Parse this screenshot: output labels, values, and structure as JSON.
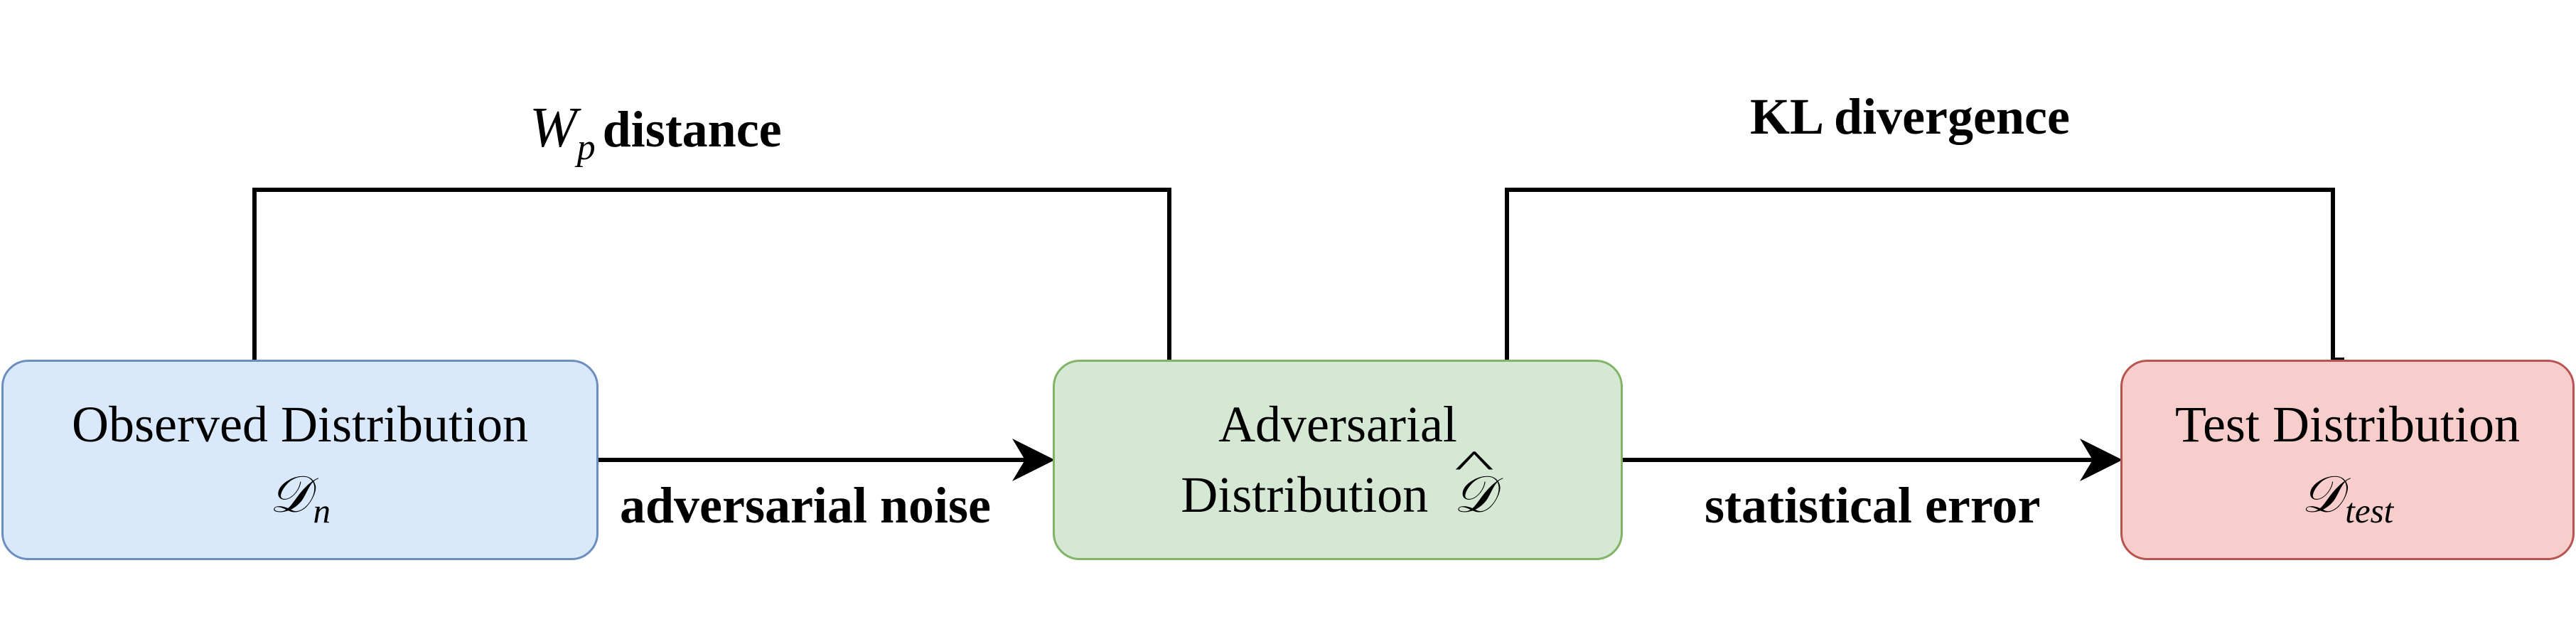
{
  "boxes": {
    "observed": {
      "label": "Observed Distribution",
      "symbol": "𝒟",
      "subscript": "n",
      "fill": "#dae8fc",
      "stroke": "#6c8ebf"
    },
    "adversarial": {
      "label_line1": "Adversarial",
      "label_line2": "Distribution",
      "symbol": "𝒟",
      "fill": "#d5e8d4",
      "stroke": "#82b366"
    },
    "test": {
      "label": "Test Distribution",
      "symbol": "𝒟",
      "subscript": "test",
      "fill": "#f8cecc",
      "stroke": "#b85450"
    }
  },
  "brackets": {
    "left": {
      "math_symbol": "W",
      "math_subscript": "p",
      "label": "distance"
    },
    "right": {
      "label": "KL divergence"
    }
  },
  "arrows": {
    "observed_to_adversarial": {
      "label": "adversarial noise"
    },
    "adversarial_to_test": {
      "label": "statistical error"
    }
  }
}
